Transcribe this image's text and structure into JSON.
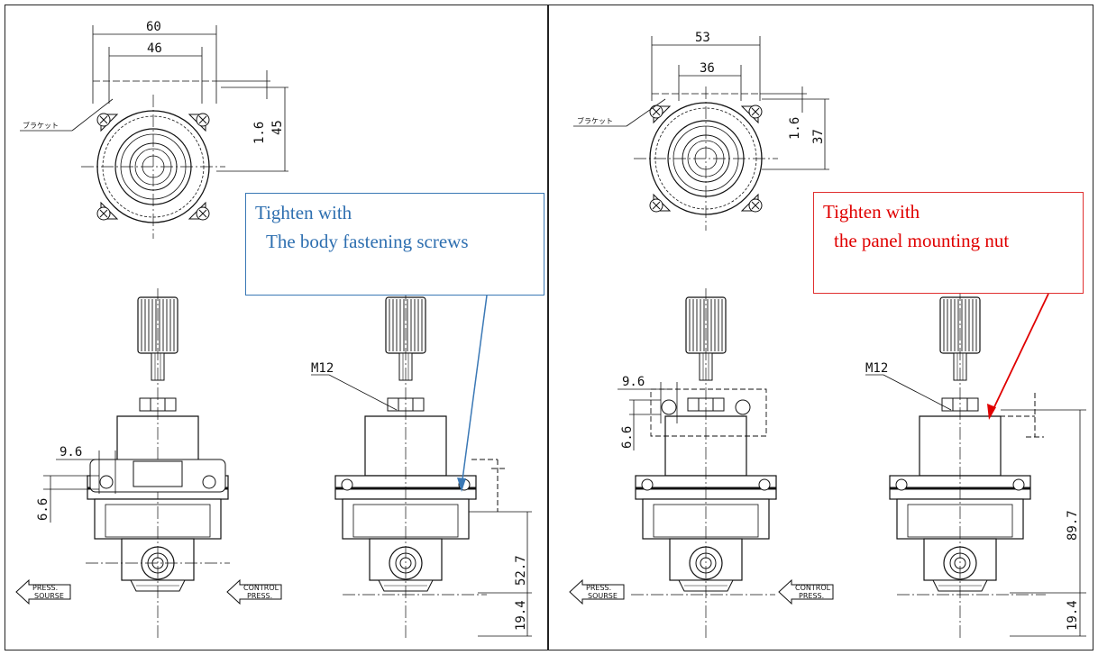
{
  "left_panel": {
    "top_width_outer": "60",
    "top_width_inner": "46",
    "height_small": "1.6",
    "height_large": "45",
    "bracket_label": "ブラケット",
    "hole_spacing": "9.6",
    "hole_dia": "6.6",
    "thread": "M12",
    "body_height": "52.7",
    "base_height": "19.4",
    "press_source_1": "PRESS.",
    "press_source_2": "SOURSE",
    "control_press_1": "CONTROL",
    "control_press_2": "PRESS.",
    "callout_line1": "Tighten with",
    "callout_line2": "The body fastening screws",
    "callout_color": "#2e6fb0"
  },
  "right_panel": {
    "top_width_outer": "53",
    "top_width_inner": "36",
    "height_small": "1.6",
    "height_large": "37",
    "bracket_label": "ブラケット",
    "hole_spacing": "9.6",
    "hole_dia": "6.6",
    "thread": "M12",
    "body_height": "89.7",
    "base_height": "19.4",
    "press_source_1": "PRESS.",
    "press_source_2": "SOURSE",
    "control_press_1": "CONTROL",
    "control_press_2": "PRESS.",
    "callout_line1": "Tighten with",
    "callout_line2": "the panel mounting nut",
    "callout_color": "#e00000"
  }
}
